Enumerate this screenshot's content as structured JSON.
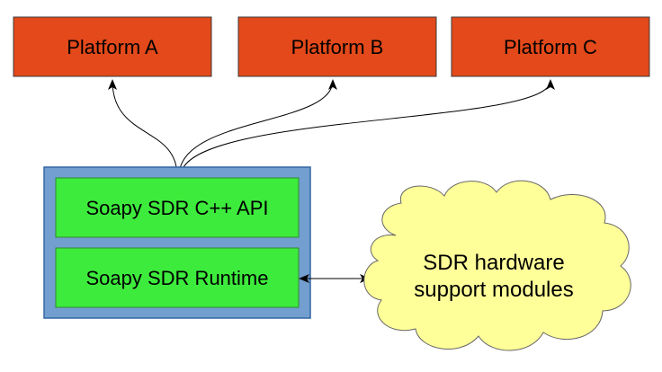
{
  "platforms": [
    {
      "label": "Platform A"
    },
    {
      "label": "Platform B"
    },
    {
      "label": "Platform C"
    }
  ],
  "core": {
    "api_label": "Soapy SDR C++ API",
    "runtime_label": "Soapy SDR Runtime"
  },
  "hardware": {
    "line1": "SDR hardware",
    "line2": "support modules"
  },
  "colors": {
    "platform_fill": "#e3491a",
    "platform_stroke": "#3b3b3b",
    "container_fill": "#729fcf",
    "container_stroke": "#3465a4",
    "inner_fill": "#3deb3d",
    "cloud_fill": "#ffff99",
    "cloud_stroke": "#666666",
    "connector": "#000000"
  }
}
